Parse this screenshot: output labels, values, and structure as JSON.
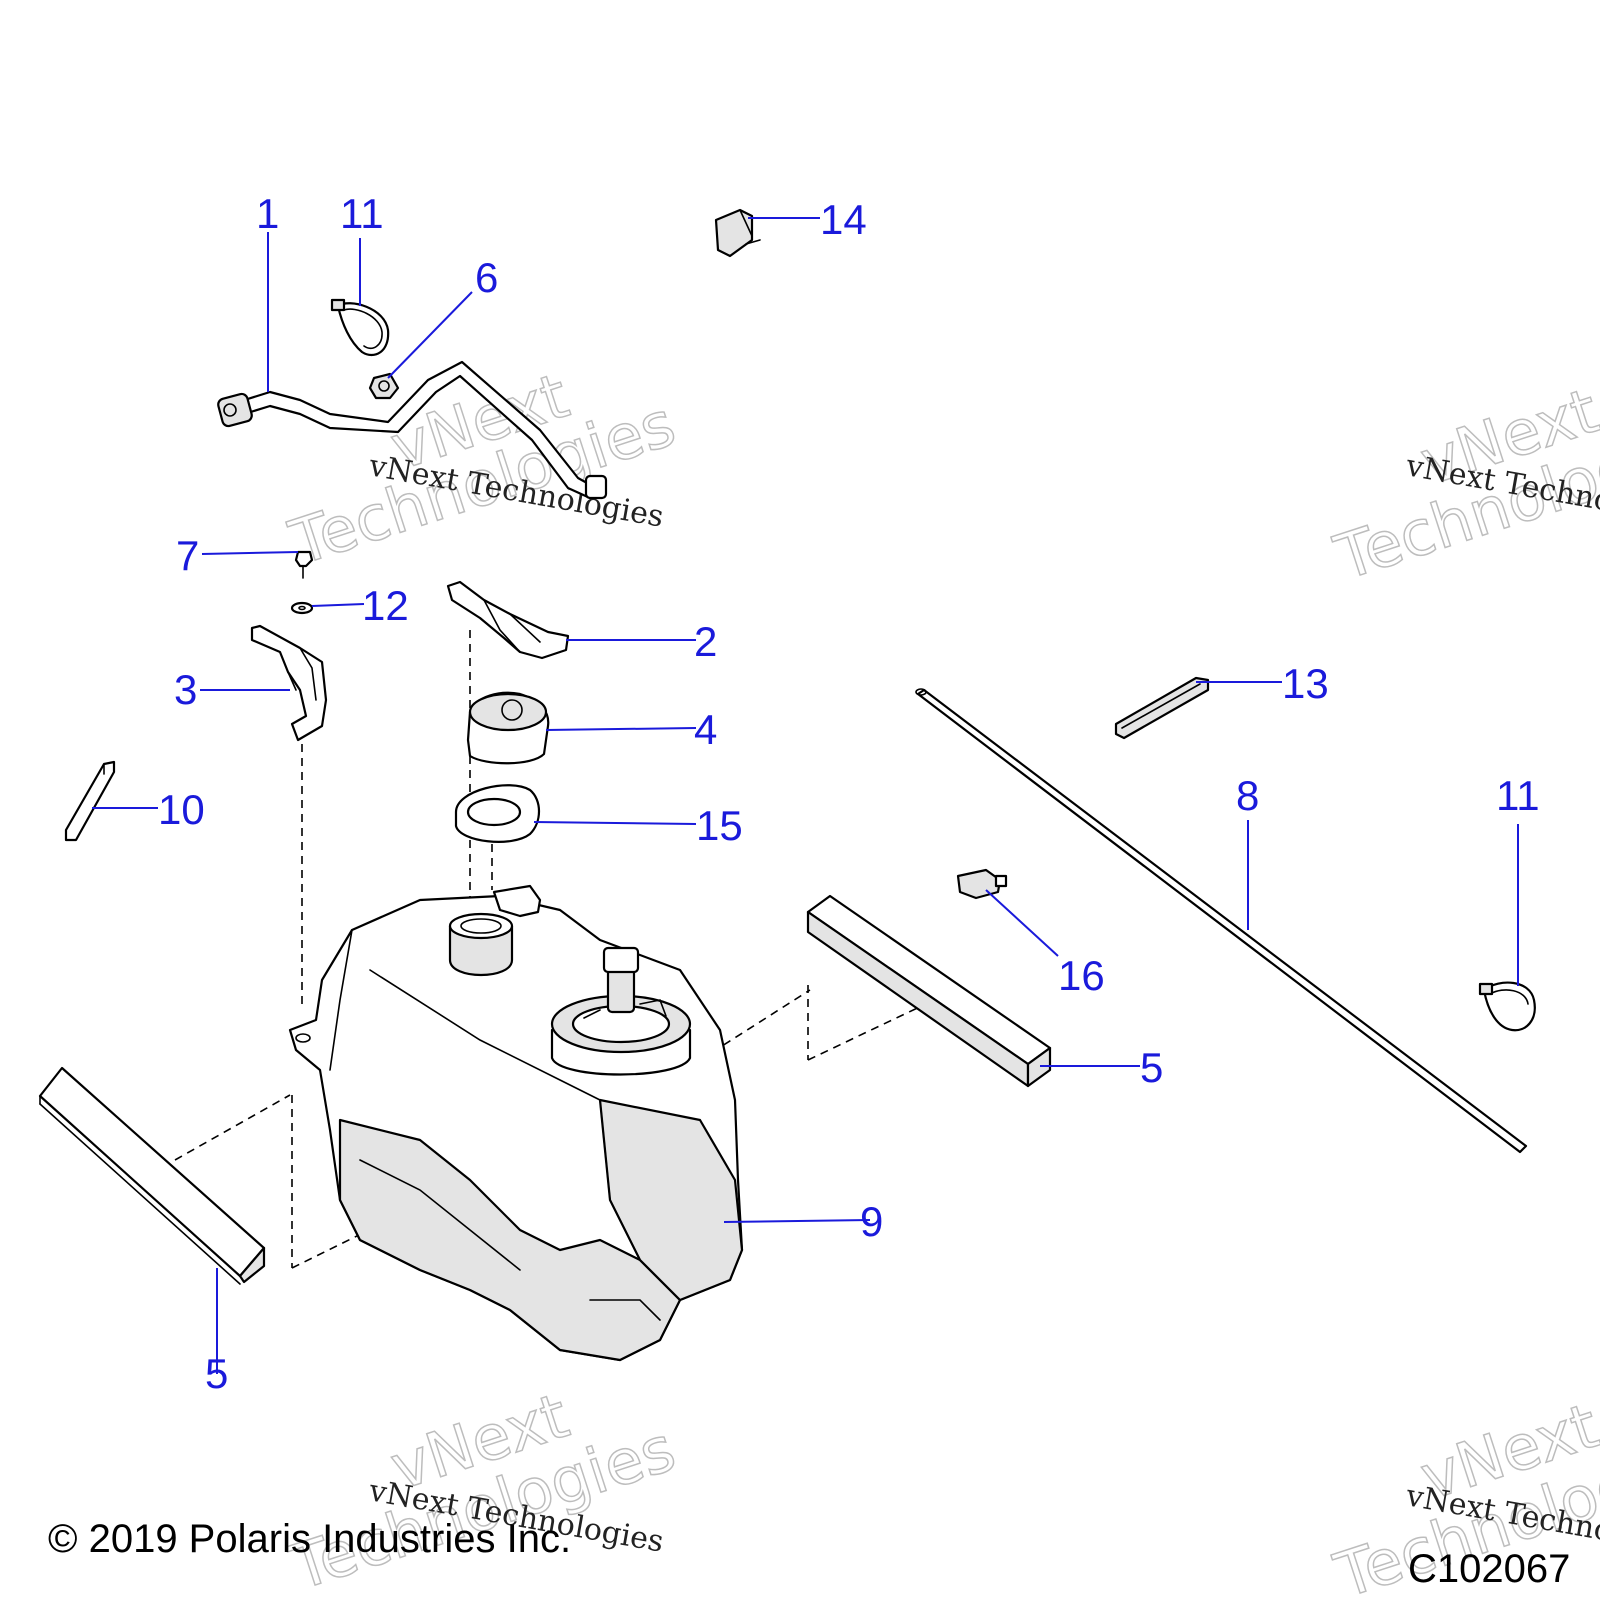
{
  "callouts": [
    {
      "id": "c1",
      "label": "1"
    },
    {
      "id": "c2",
      "label": "2"
    },
    {
      "id": "c3",
      "label": "3"
    },
    {
      "id": "c4",
      "label": "4"
    },
    {
      "id": "c5a",
      "label": "5"
    },
    {
      "id": "c5b",
      "label": "5"
    },
    {
      "id": "c6",
      "label": "6"
    },
    {
      "id": "c7",
      "label": "7"
    },
    {
      "id": "c8",
      "label": "8"
    },
    {
      "id": "c9",
      "label": "9"
    },
    {
      "id": "c10",
      "label": "10"
    },
    {
      "id": "c11a",
      "label": "11"
    },
    {
      "id": "c11b",
      "label": "11"
    },
    {
      "id": "c12",
      "label": "12"
    },
    {
      "id": "c13",
      "label": "13"
    },
    {
      "id": "c14",
      "label": "14"
    },
    {
      "id": "c15",
      "label": "15"
    },
    {
      "id": "c16",
      "label": "16"
    }
  ],
  "watermark": {
    "line1": "vNext Technologies",
    "line2": "vNext",
    "line3": "Technologies"
  },
  "footer": {
    "copyright": "© 2019 Polaris Industries Inc.",
    "figure_code": "C102067"
  },
  "colors": {
    "callout": "#1a1adb",
    "line": "#000000",
    "shade": "#e4e4e4"
  }
}
